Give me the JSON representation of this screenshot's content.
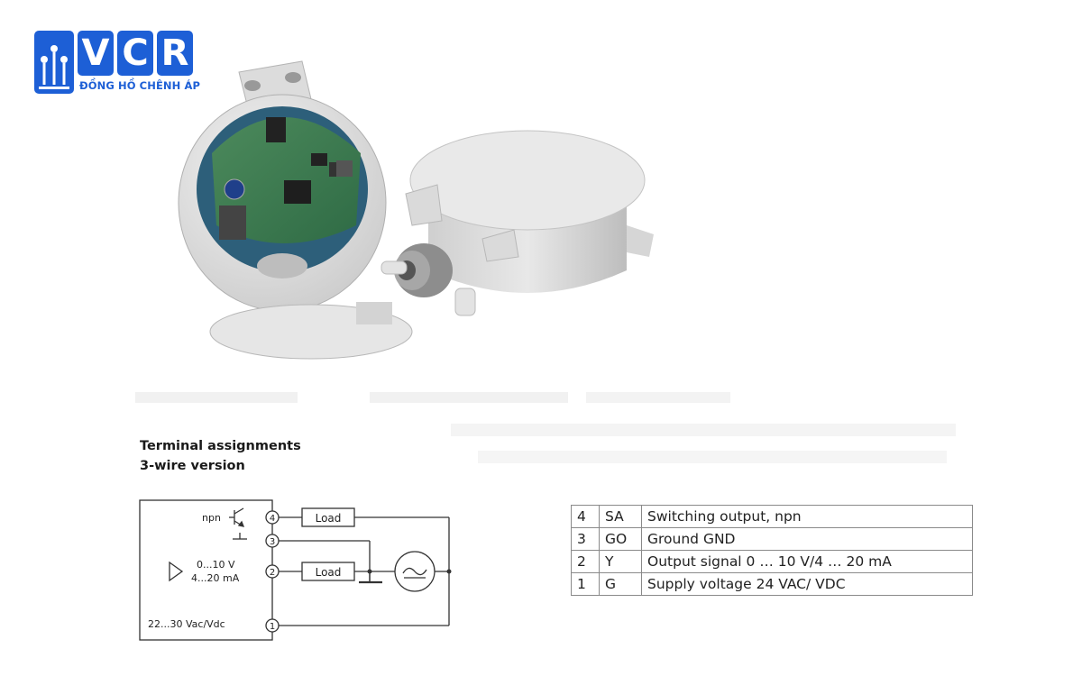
{
  "logo": {
    "letters": [
      "V",
      "C",
      "R"
    ],
    "tagline": "ĐỒNG HỒ CHÊNH ÁP",
    "brand_color": "#1d5fd6"
  },
  "headings": {
    "line1": "Terminal assignments",
    "line2": "3-wire version"
  },
  "wiring": {
    "npn_label": "npn",
    "output_range_v": "0...10 V",
    "output_range_ma": "4...20 mA",
    "supply_label": "22...30 Vac/Vdc",
    "load_label": "Load",
    "terminals": [
      "4",
      "3",
      "2",
      "1"
    ]
  },
  "terminal_table": [
    {
      "num": "4",
      "code": "SA",
      "desc": "Switching output, npn"
    },
    {
      "num": "3",
      "code": "GO",
      "desc": "Ground GND"
    },
    {
      "num": "2",
      "code": "Y",
      "desc": "Output signal 0 … 10 V/4 … 20 mA"
    },
    {
      "num": "1",
      "code": "G",
      "desc": "Supply voltage 24 VAC/ VDC"
    }
  ]
}
